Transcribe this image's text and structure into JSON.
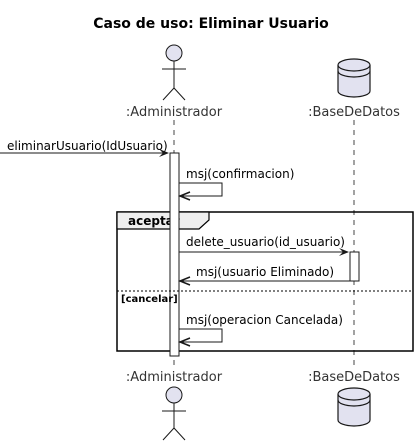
{
  "diagram": {
    "title": "Caso de uso: Eliminar Usuario",
    "participants": [
      {
        "name": ":Administrador",
        "kind": "actor"
      },
      {
        "name": ":BaseDeDatos",
        "kind": "database"
      }
    ],
    "messages": [
      {
        "label": "eliminarUsuario(IdUsuario)",
        "from": "external",
        "to": ":Administrador"
      },
      {
        "label": "msj(confirmacion)",
        "from": ":Administrador",
        "to": ":Administrador"
      },
      {
        "label": "delete_usuario(id_usuario)",
        "from": ":Administrador",
        "to": ":BaseDeDatos"
      },
      {
        "label": "msj(usuario Eliminado)",
        "from": ":BaseDeDatos",
        "to": ":Administrador"
      },
      {
        "label": "msj(operacion Cancelada)",
        "from": ":Administrador",
        "to": ":Administrador"
      }
    ],
    "fragment": {
      "operator": "aceptar",
      "else_guard": "[cancelar]"
    },
    "colors": {
      "participant_fill": "#E2E2F0",
      "stroke": "#181818",
      "background": "#FFFFFF"
    }
  }
}
